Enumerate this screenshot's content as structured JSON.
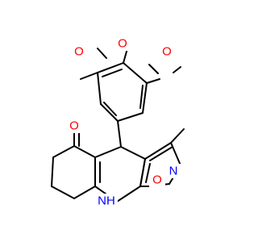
{
  "colors": {
    "carbon": "#000000",
    "oxygen": "#ff0000",
    "nitrogen": "#0000ff",
    "background": "#ffffff"
  },
  "atoms": {
    "o_top": "O",
    "o_left": "O",
    "o_right": "O",
    "o_ketone": "O",
    "n_isoxazole": "N",
    "o_isoxazole": "O",
    "nh": "NH"
  }
}
